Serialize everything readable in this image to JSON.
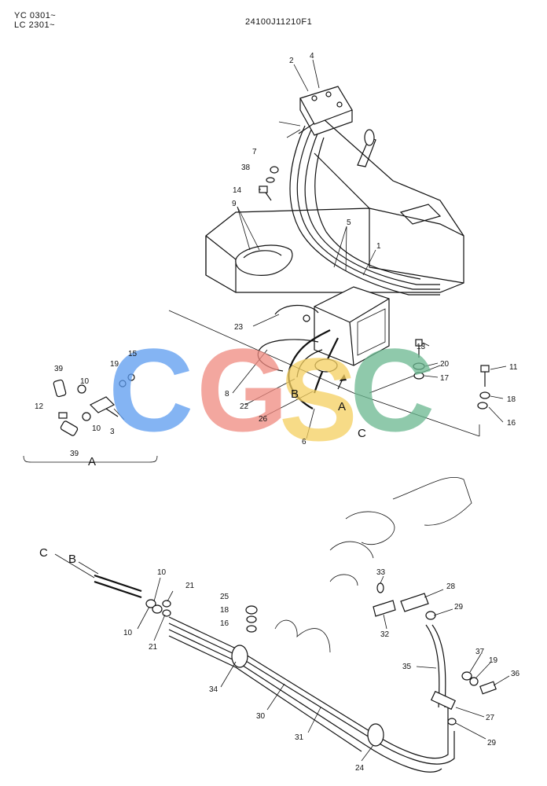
{
  "header": {
    "model_line_1": "YC 0301~",
    "model_line_2": "LC 2301~",
    "part_number": "24100J11210F1"
  },
  "watermark": {
    "letters": [
      "C",
      "G",
      "S",
      "C"
    ],
    "colors": [
      "#5b9bf0",
      "#f08a80",
      "#f5d060",
      "#6ab890"
    ]
  },
  "callouts": {
    "c1": "1",
    "c2": "2",
    "c3": "3",
    "c4": "4",
    "c5": "5",
    "c6": "6",
    "c7": "7",
    "c8": "8",
    "c9": "9",
    "c10a": "10",
    "c10b": "10",
    "c10c": "10",
    "c10d": "10",
    "c11": "11",
    "c12": "12",
    "c13": "13",
    "c14": "14",
    "c15": "15",
    "c16a": "16",
    "c16b": "16",
    "c17": "17",
    "c18a": "18",
    "c18b": "18",
    "c19a": "19",
    "c19b": "19",
    "c20": "20",
    "c21a": "21",
    "c21b": "21",
    "c22": "22",
    "c23": "23",
    "c24": "24",
    "c25": "25",
    "c26": "26",
    "c27": "27",
    "c28": "28",
    "c29a": "29",
    "c29b": "29",
    "c30": "30",
    "c31": "31",
    "c32": "32",
    "c33": "33",
    "c34": "34",
    "c35": "35",
    "c36": "36",
    "c37": "37",
    "c38": "38",
    "c39a": "39",
    "c39b": "39"
  },
  "references": {
    "ref_a_detail": "A",
    "ref_a_view": "A",
    "ref_b": "B",
    "ref_c": "C",
    "ref_b_lower": "B",
    "ref_c_lower": "C"
  }
}
